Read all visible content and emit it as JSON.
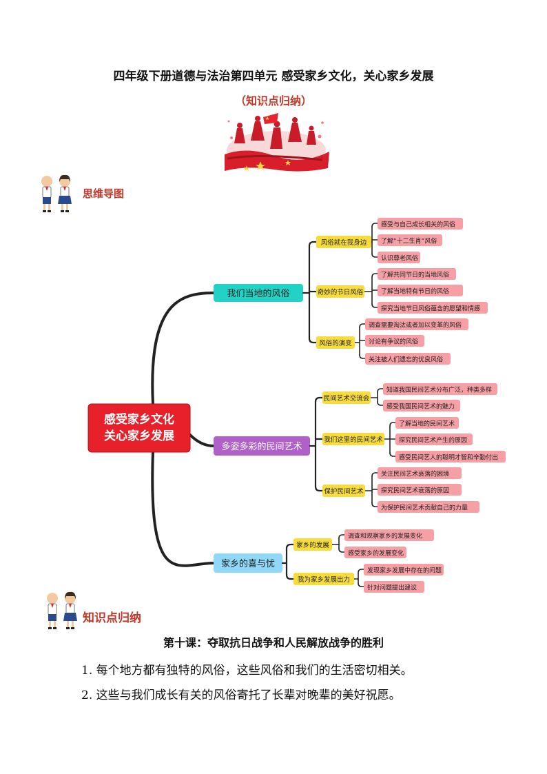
{
  "header": {
    "title": "四年级下册道德与法治第四单元 感受家乡文化，关心家乡发展",
    "subtitle": "（知识点归纳）"
  },
  "sections": {
    "mindmap_label": "思维导图",
    "knowledge_label": "知识点归纳"
  },
  "mindmap": {
    "root": [
      "感受家乡文化",
      "关心家乡发展"
    ],
    "branches": [
      {
        "label": "我们当地的风俗",
        "color": "#22d3c5",
        "groups": [
          {
            "label": "风俗就在我身边",
            "leaves": [
              "感受与自己成长相关的风俗",
              "了解“十二生肖”风俗",
              "认识尊老风俗"
            ]
          },
          {
            "label": "奇妙的节日风俗",
            "leaves": [
              "了解共同节日的当地风俗",
              "了解当地特有节日的风俗",
              "探究当地节日风俗蕴含的愿望和情感"
            ]
          },
          {
            "label": "风俗的演变",
            "leaves": [
              "调查需要淘汰或者加以变革的风俗",
              "讨论有争议的风俗",
              "关注被人们遗忘的优良风俗"
            ]
          }
        ]
      },
      {
        "label": "多姿多彩的民间艺术",
        "color": "#b061c9",
        "groups": [
          {
            "label": "民间艺术交流会",
            "leaves": [
              "知道我国民间艺术分布广泛，种类多样",
              "感受我国民间艺术的魅力"
            ]
          },
          {
            "label": "我们这里的民间艺术",
            "leaves": [
              "了解当地的民间艺术",
              "探究民间艺术产生的原因",
              "感受民间艺人的聪明才智和辛勤付出"
            ]
          },
          {
            "label": "保护民间艺术",
            "leaves": [
              "关注民间艺术衰落的困境",
              "探究民间艺术衰落的原因",
              "为保护民间艺术贡献自己的力量"
            ]
          }
        ]
      },
      {
        "label": "家乡的喜与忧",
        "color": "#8fd8f8",
        "groups": [
          {
            "label": "家乡的发展",
            "leaves": [
              "调查和观察家乡的发展变化",
              "感受家乡的发展变化"
            ]
          },
          {
            "label": "我为家乡发展出力",
            "leaves": [
              "发现家乡发展中存在的问题",
              "针对问题提出建议"
            ]
          }
        ]
      }
    ]
  },
  "lesson": {
    "title": "第十课：夺取抗日战争和人民解放战争的胜利",
    "points": [
      "1. 每个地方都有独特的风俗，这些风俗和我们的生活密切相关。",
      "2. 这些与我们成长有关的风俗寄托了长辈对晚辈的美好祝愿。"
    ]
  },
  "colors": {
    "root_fill": "#e8202a",
    "group_fill": "#f7dc3c",
    "leaf_fill": "#f6a0a6",
    "title_red": "#c0392b"
  }
}
